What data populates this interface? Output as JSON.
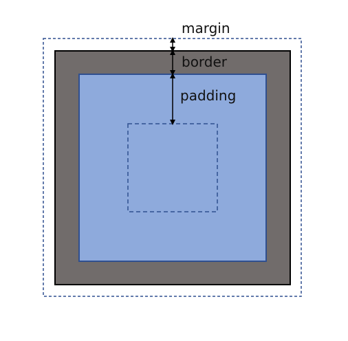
{
  "labels": {
    "margin": "margin",
    "border": "border",
    "padding": "padding"
  },
  "colors": {
    "margin_outline": "#2f4f8f",
    "border_fill": "#716c6b",
    "border_outline": "#000000",
    "padding_fill": "#8eaadc",
    "padding_outline": "#2f4f8f",
    "content_outline": "#2f4f8f",
    "arrow": "#000000"
  }
}
